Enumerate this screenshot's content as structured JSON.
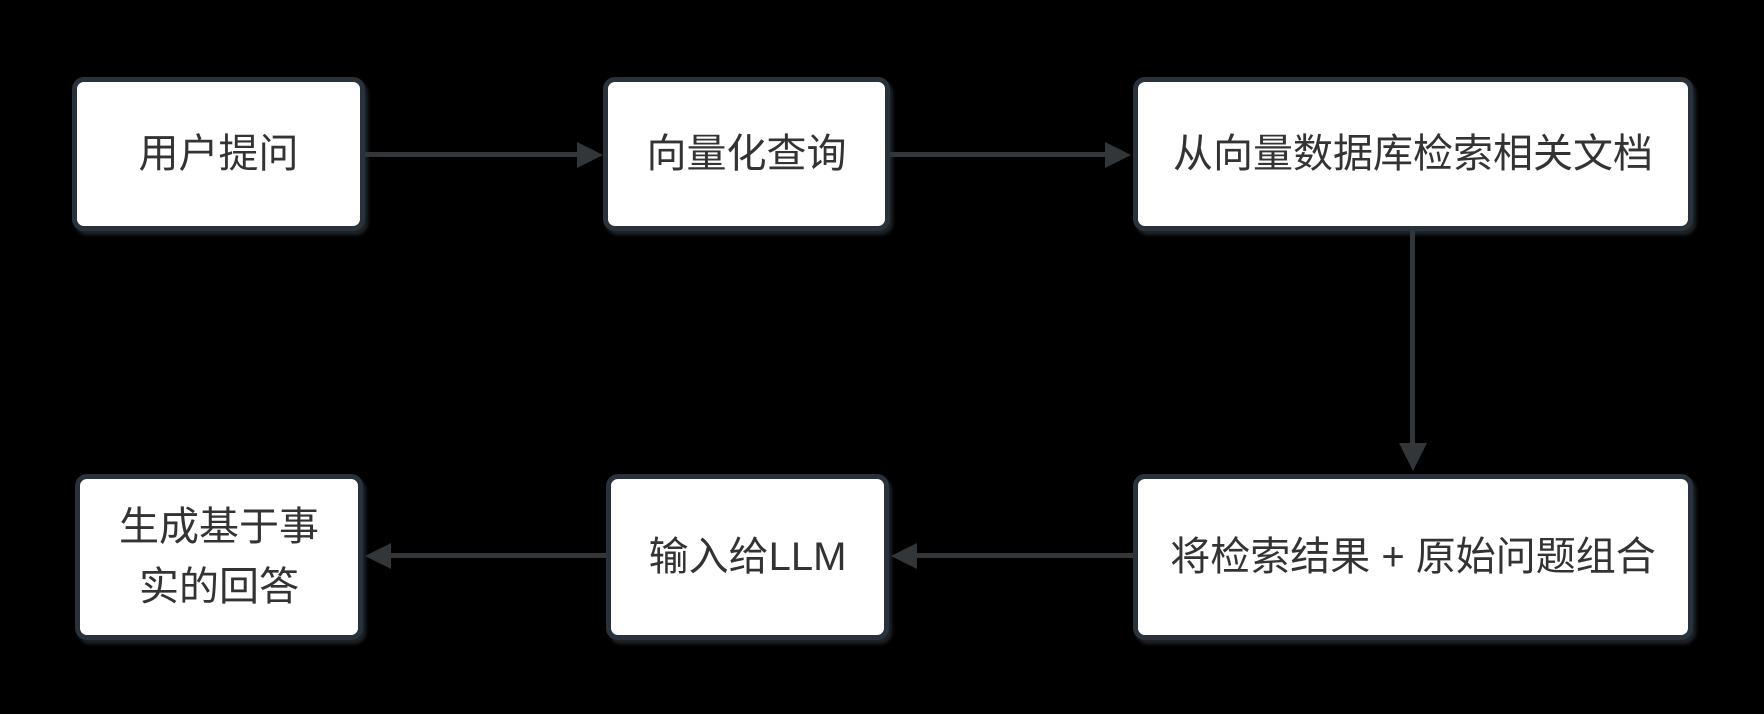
{
  "diagram": {
    "type": "flowchart",
    "description": "RAG retrieval-augmented generation pipeline flowchart",
    "colors": {
      "background": "#000000",
      "node_fill": "#ffffff",
      "node_border": "#29323b",
      "node_text": "#333333",
      "arrow": "#333638"
    }
  },
  "nodes": [
    {
      "id": "user-question",
      "label": "用户提问"
    },
    {
      "id": "vectorize-query",
      "label": "向量化查询"
    },
    {
      "id": "retrieve-docs",
      "label": "从向量数据库检索相关文档"
    },
    {
      "id": "combine-results",
      "label": "将检索结果 + 原始问题组合"
    },
    {
      "id": "input-to-llm",
      "label": "输入给LLM"
    },
    {
      "id": "generate-answer",
      "label": "生成基于事实的回答"
    }
  ],
  "edges": [
    {
      "from": "user-question",
      "to": "vectorize-query",
      "direction": "right"
    },
    {
      "from": "vectorize-query",
      "to": "retrieve-docs",
      "direction": "right"
    },
    {
      "from": "retrieve-docs",
      "to": "combine-results",
      "direction": "down"
    },
    {
      "from": "combine-results",
      "to": "input-to-llm",
      "direction": "left"
    },
    {
      "from": "input-to-llm",
      "to": "generate-answer",
      "direction": "left"
    }
  ]
}
